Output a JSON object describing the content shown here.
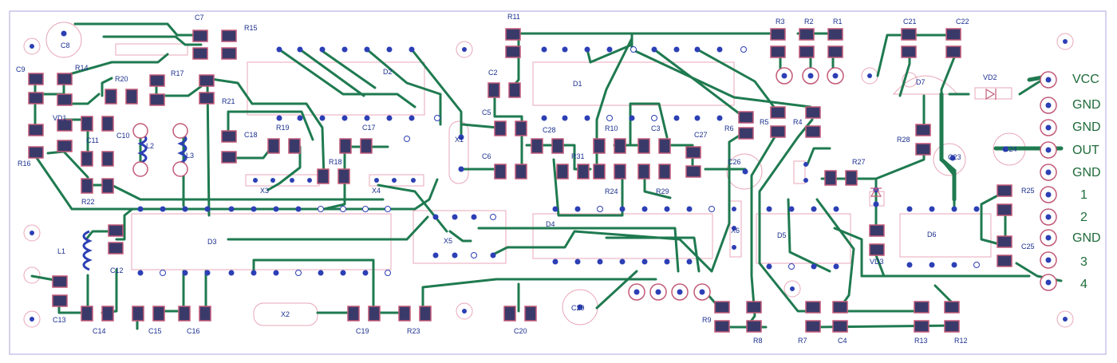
{
  "colors": {
    "board": "#ffffff",
    "outline": "#c9c2ea",
    "trace": "#1f7a50",
    "pad": "#c25a78",
    "pad_fill": "#3a3a6a",
    "hole": "#2c3fb5",
    "silk": "#e8a7b8",
    "label": "#1a2f8f",
    "connector_label": "#1f6b3a"
  },
  "labels": {
    "C7": "C7",
    "R15": "R15",
    "C8": "C8",
    "C9": "C9",
    "R14": "R14",
    "R20": "R20",
    "R17": "R17",
    "R21": "R21",
    "VD1": "VD1",
    "C11": "C11",
    "C10": "C10",
    "L2": "L2",
    "L3": "L3",
    "R16": "R16",
    "R22": "R22",
    "C18": "C18",
    "R19": "R19",
    "C17": "C17",
    "R18": "R18",
    "X3": "X3",
    "X4": "X4",
    "D2": "D2",
    "D3": "D3",
    "L1": "L1",
    "C12": "C12",
    "C13": "C13",
    "C14": "C14",
    "C15": "C15",
    "C16": "C16",
    "X2": "X2",
    "C19": "C19",
    "R23": "R23",
    "R11": "R11",
    "C2": "C2",
    "D1": "D1",
    "C5": "C5",
    "X1": "X1",
    "C6": "C6",
    "C28": "C28",
    "R31": "R31",
    "R10": "R10",
    "C3": "C3",
    "C27": "C27",
    "R24": "R24",
    "R29": "R29",
    "X5": "X5",
    "D4": "D4",
    "C20": "C20",
    "C29": "C29",
    "R3": "R3",
    "R2": "R2",
    "R1": "R1",
    "C21": "C21",
    "C22": "C22",
    "D7": "D7",
    "VD2": "VD2",
    "R5": "R5",
    "R6": "R6",
    "R4": "R4",
    "R28": "R28",
    "C23": "C23",
    "C24": "C24",
    "C26": "C26",
    "R27": "R27",
    "X6": "X6",
    "D5": "D5",
    "D6": "D6",
    "VD3": "VD3",
    "R25": "R25",
    "C25": "C25",
    "R9": "R9",
    "R8": "R8",
    "R7": "R7",
    "C4": "C4",
    "R13": "R13",
    "R12": "R12"
  },
  "connector_pins": [
    "VCC",
    "GND",
    "GND",
    "OUT",
    "GND",
    "1",
    "2",
    "GND",
    "3",
    "4"
  ]
}
